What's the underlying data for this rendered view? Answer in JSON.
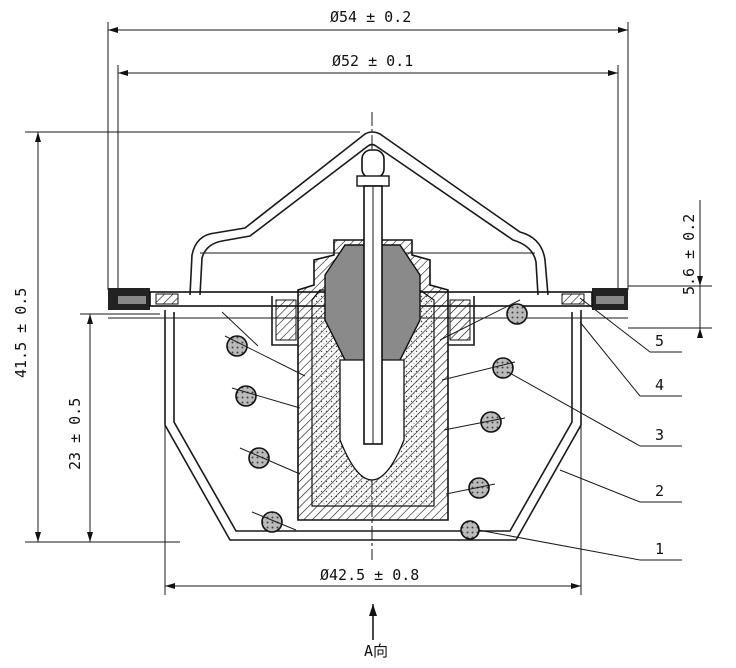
{
  "dimensions": {
    "dia_outer": "Ø54 ± 0.2",
    "dia_inner": "Ø52 ± 0.1",
    "dia_bottom": "Ø42.5 ± 0.8",
    "height_total": "41.5 ± 0.5",
    "height_lower": "23 ± 0.5",
    "flange_thickness": "5.6 ± 0.2"
  },
  "parts": [
    "5",
    "4",
    "3",
    "2",
    "1"
  ],
  "view_label": "A向"
}
